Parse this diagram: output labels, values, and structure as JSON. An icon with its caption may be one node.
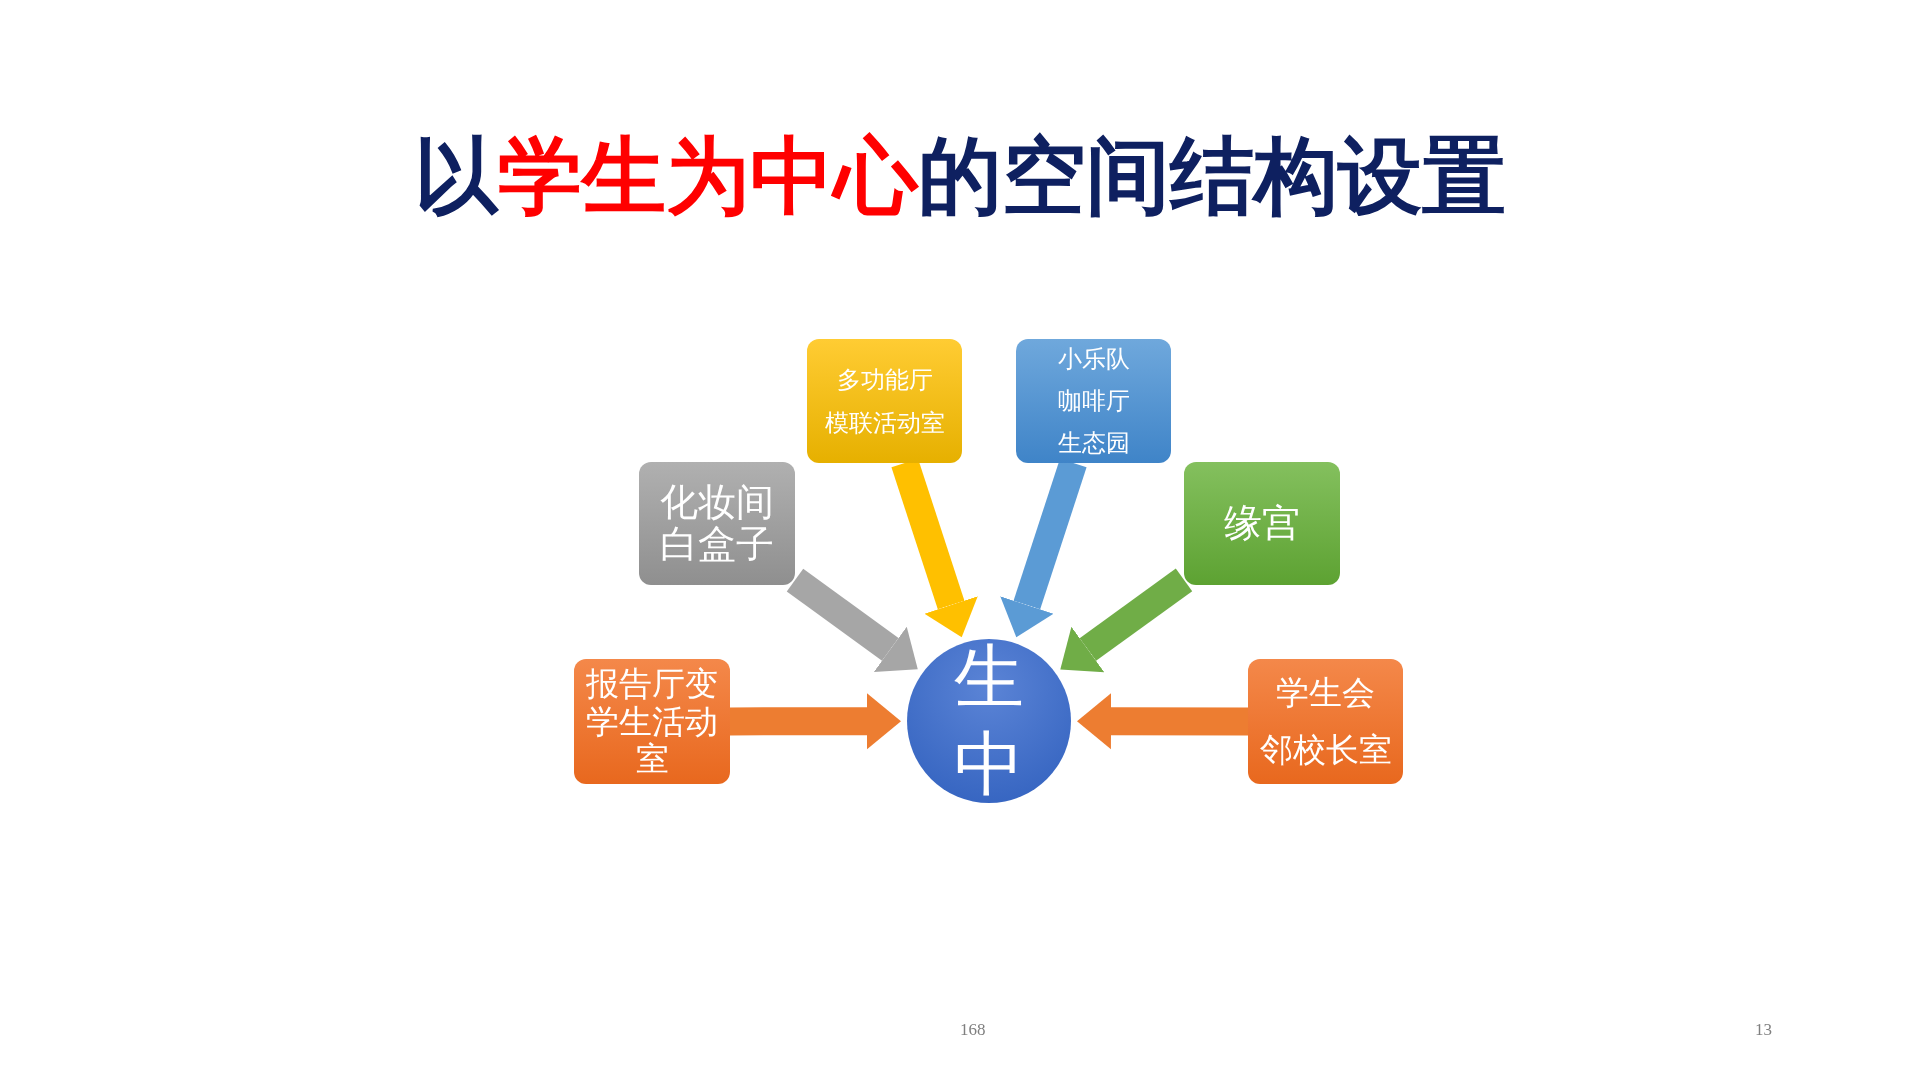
{
  "diagram": {
    "title": "以**学生为中心**的空间结构设置",
    "nodes": [
      {
        "text": [
          "化妆间",
          "白盒子"
        ]
      },
      {
        "text": [
          "多功能厅",
          "模联活动室"
        ]
      },
      {
        "text": [
          "小乐队",
          "咖啡厅",
          "生态园"
        ]
      },
      {
        "text": [
          "缘宫"
        ]
      },
      {
        "text": [
          "报告厅变学生活动室"
        ]
      },
      {
        "text": [
          "学生会",
          "邻校长室"
        ]
      },
      {
        "text": [
          "生中"
        ]
      }
    ],
    "edges": [
      {
        "from": 0,
        "to": 6,
        "arrow": "to",
        "color": "#a6a6a6"
      },
      {
        "from": 1,
        "to": 6,
        "arrow": "to",
        "color": "#ffc000"
      },
      {
        "from": 2,
        "to": 6,
        "arrow": "to",
        "color": "#5b9bd5"
      },
      {
        "from": 3,
        "to": 6,
        "arrow": "to",
        "color": "#70ad47"
      },
      {
        "from": 4,
        "to": 6,
        "arrow": "to",
        "color": "#ed7d31"
      },
      {
        "from": 5,
        "to": 6,
        "arrow": "to",
        "color": "#ed7d31"
      }
    ],
    "labels": [
      "168",
      "13"
    ]
  }
}
